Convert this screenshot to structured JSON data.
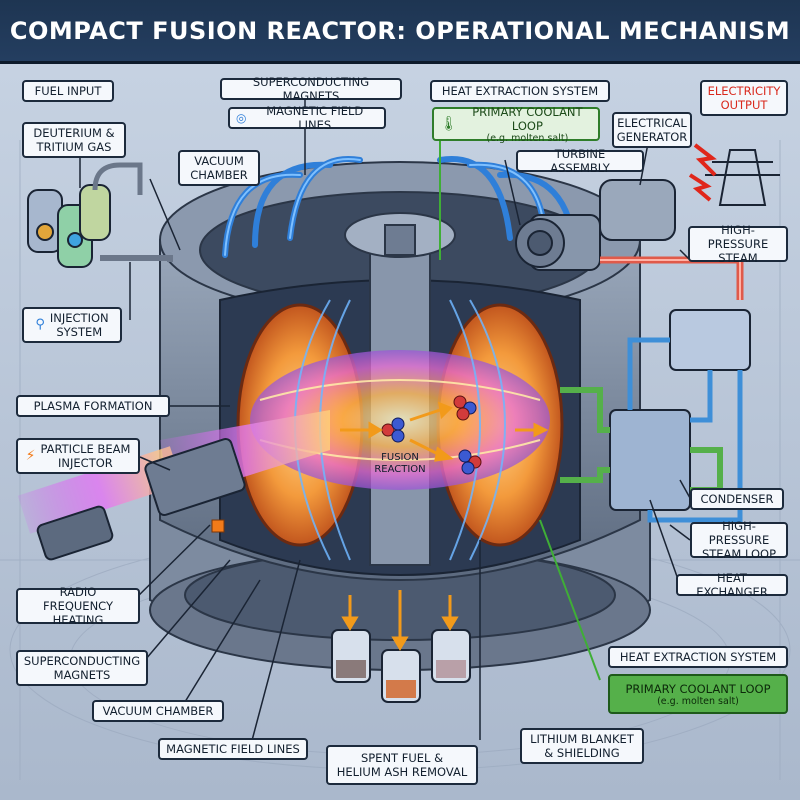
{
  "title": "COMPACT FUSION REACTOR: OPERATIONAL MECHANISM",
  "colors": {
    "title_bg": "#1e3552",
    "coolant_green": "#55b04a",
    "steam_blue": "#3e8fd8",
    "plasma_orange": "#f6a13a",
    "beam_purple": "#c455e8",
    "magnet_blue": "#2f7fd9",
    "electricity_red": "#d9291d"
  },
  "labels": {
    "fuel_input": "FUEL INPUT",
    "deuterium_tritium": [
      "DEUTERIUM &",
      "TRITIUM GAS"
    ],
    "vacuum_chamber_top": [
      "VACUUM",
      "CHAMBER"
    ],
    "superconducting_magnets_top": "SUPERCONDUCTING MAGNETS",
    "magnetic_field_lines_top": "MAGNETIC FIELD LINES",
    "heat_extraction_top": "HEAT EXTRACTION SYSTEM",
    "primary_coolant_top": "PRIMARY COOLANT LOOP",
    "primary_coolant_top_sub": "(e.g. molten salt)",
    "electricity_output": [
      "ELECTRICITY",
      "OUTPUT"
    ],
    "electrical_generator": [
      "ELECTRICAL",
      "GENERATOR"
    ],
    "turbine_assembly": "TURBINE ASSEMBLY",
    "high_pressure_steam": [
      "HIGH-PRESSURE",
      "STEAM"
    ],
    "injection_system": [
      "INJECTION",
      "SYSTEM"
    ],
    "plasma_formation": "PLASMA FORMATION",
    "particle_beam_injector": [
      "PARTICLE BEAM",
      "INJECTOR"
    ],
    "fusion_reaction": [
      "FUSION",
      "REACTION"
    ],
    "condenser": "CONDENSER",
    "high_pressure_steam_loop": [
      "HIGH-PRESSURE",
      "STEAM LOOP"
    ],
    "heat_exchanger": "HEAT EXCHANGER",
    "radio_frequency_heating": [
      "RADIO FREQUENCY",
      "HEATING"
    ],
    "superconducting_magnets_bottom": [
      "SUPERCONDUCTING",
      "MAGNETS"
    ],
    "heat_extraction_bottom": "HEAT EXTRACTION SYSTEM",
    "primary_coolant_bottom": "PRIMARY COOLANT LOOP",
    "primary_coolant_bottom_sub": "(e.g. molten salt)",
    "vacuum_chamber_bottom": "VACUUM CHAMBER",
    "magnetic_field_lines_bottom": "MAGNETIC FIELD LINES",
    "spent_fuel": [
      "SPENT FUEL &",
      "HELIUM ASH REMOVAL"
    ],
    "lithium_blanket": [
      "LITHIUM BLANKET",
      "& SHIELDING"
    ]
  }
}
